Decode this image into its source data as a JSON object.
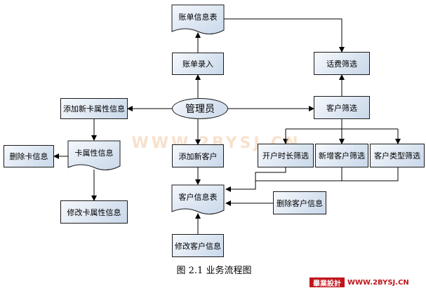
{
  "nodes": {
    "bill_info_table": "账单信息表",
    "bill_entry": "账单录入",
    "fee_filter": "话费筛选",
    "add_card_attr": "添加新卡属性信息",
    "admin": "管理员",
    "customer_filter": "客户筛选",
    "delete_card": "删除卡信息",
    "card_attr": "卡属性信息",
    "add_customer": "添加新客户",
    "filter_duration": "开户时长筛选",
    "filter_new_customer": "新增客户筛选",
    "filter_customer_type": "客户类型筛选",
    "customer_info_table": "客户信息表",
    "delete_customer": "删除客户信息",
    "modify_card_attr": "修改卡属性信息",
    "modify_customer": "修改客户信息"
  },
  "watermark": "WWW.2BYSJ.CN",
  "caption": "图 2.1 业务流程图",
  "logo": {
    "brand": "畢業設計",
    "site": "WWW.2BYSJ.CN"
  },
  "colors": {
    "box_fill": "#dce6f2",
    "stroke": "#1a1a1a",
    "logo_red": "#c0141b"
  }
}
